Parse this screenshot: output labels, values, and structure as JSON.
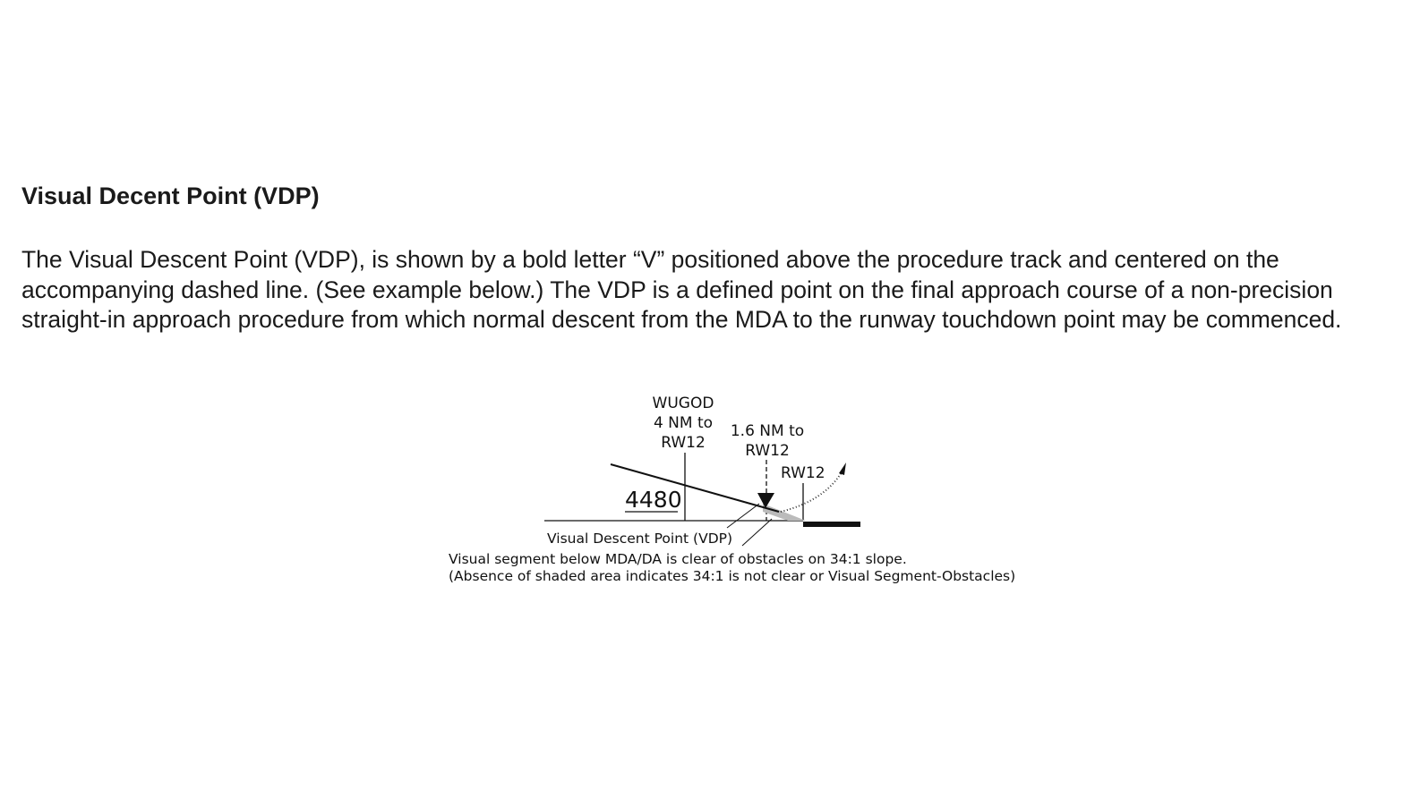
{
  "section": {
    "title": "Visual Decent Point (VDP)",
    "paragraph": "The Visual Descent Point (VDP), is shown by a bold letter “V” positioned above the procedure track and centered on the accompanying dashed line. (See example below.) The VDP is a defined point on the final approach course of a non-precision straight-in approach procedure from which normal descent from the MDA to the runway touchdown point may be commenced."
  },
  "diagram": {
    "fix_name": "WUGOD",
    "fix_distance": "4 NM to",
    "fix_runway": "RW12",
    "vdp_distance": "1.6 NM to",
    "vdp_runway": "RW12",
    "runway_label": "RW12",
    "altitude": "4480",
    "vdp_label": "Visual Descent Point (VDP)",
    "caption_line1": "Visual segment below MDA/DA is clear of obstacles on 34:1 slope.",
    "caption_line2": "(Absence of shaded area indicates 34:1 is not clear or Visual Segment-Obstacles)"
  }
}
